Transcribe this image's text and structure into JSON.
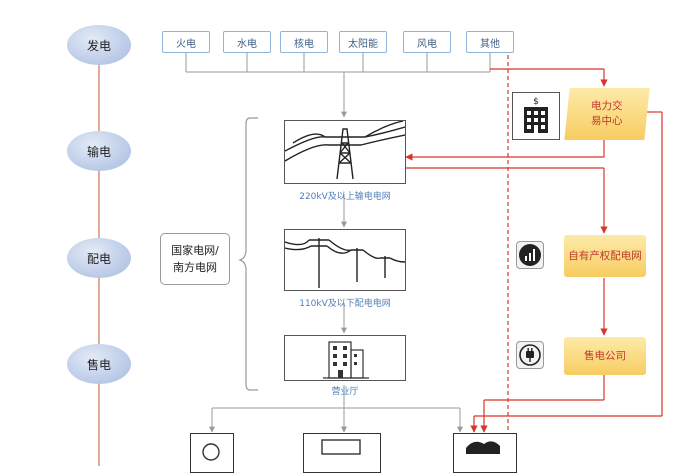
{
  "stages": [
    "发电",
    "输电",
    "配电",
    "售电"
  ],
  "sources": [
    "火电",
    "水电",
    "核电",
    "太阳能",
    "风电",
    "其他"
  ],
  "grid_group": {
    "line1": "国家电网/",
    "line2": "南方电网"
  },
  "captions": {
    "transmission": "220kV及以上输电电网",
    "distribution": "110kV及以下配电电网",
    "office": "营业厅"
  },
  "right_side": {
    "trading_center": {
      "line1": "电力交",
      "line2": "易中心"
    },
    "private_grid": "自有产权配电网",
    "retail_company": "售电公司"
  },
  "icons": {
    "trading": "building-dollar-icon",
    "private_grid": "bar-chart-icon",
    "retail": "power-plug-icon",
    "transmission": "transmission-tower-icon",
    "distribution": "utility-pole-icon",
    "office": "office-building-icon"
  },
  "colors": {
    "stage_fill": "#b8c8e6",
    "source_border": "#8fb3d9",
    "arrow_red": "#d9342b",
    "label_yellow": "#f7cd62"
  }
}
